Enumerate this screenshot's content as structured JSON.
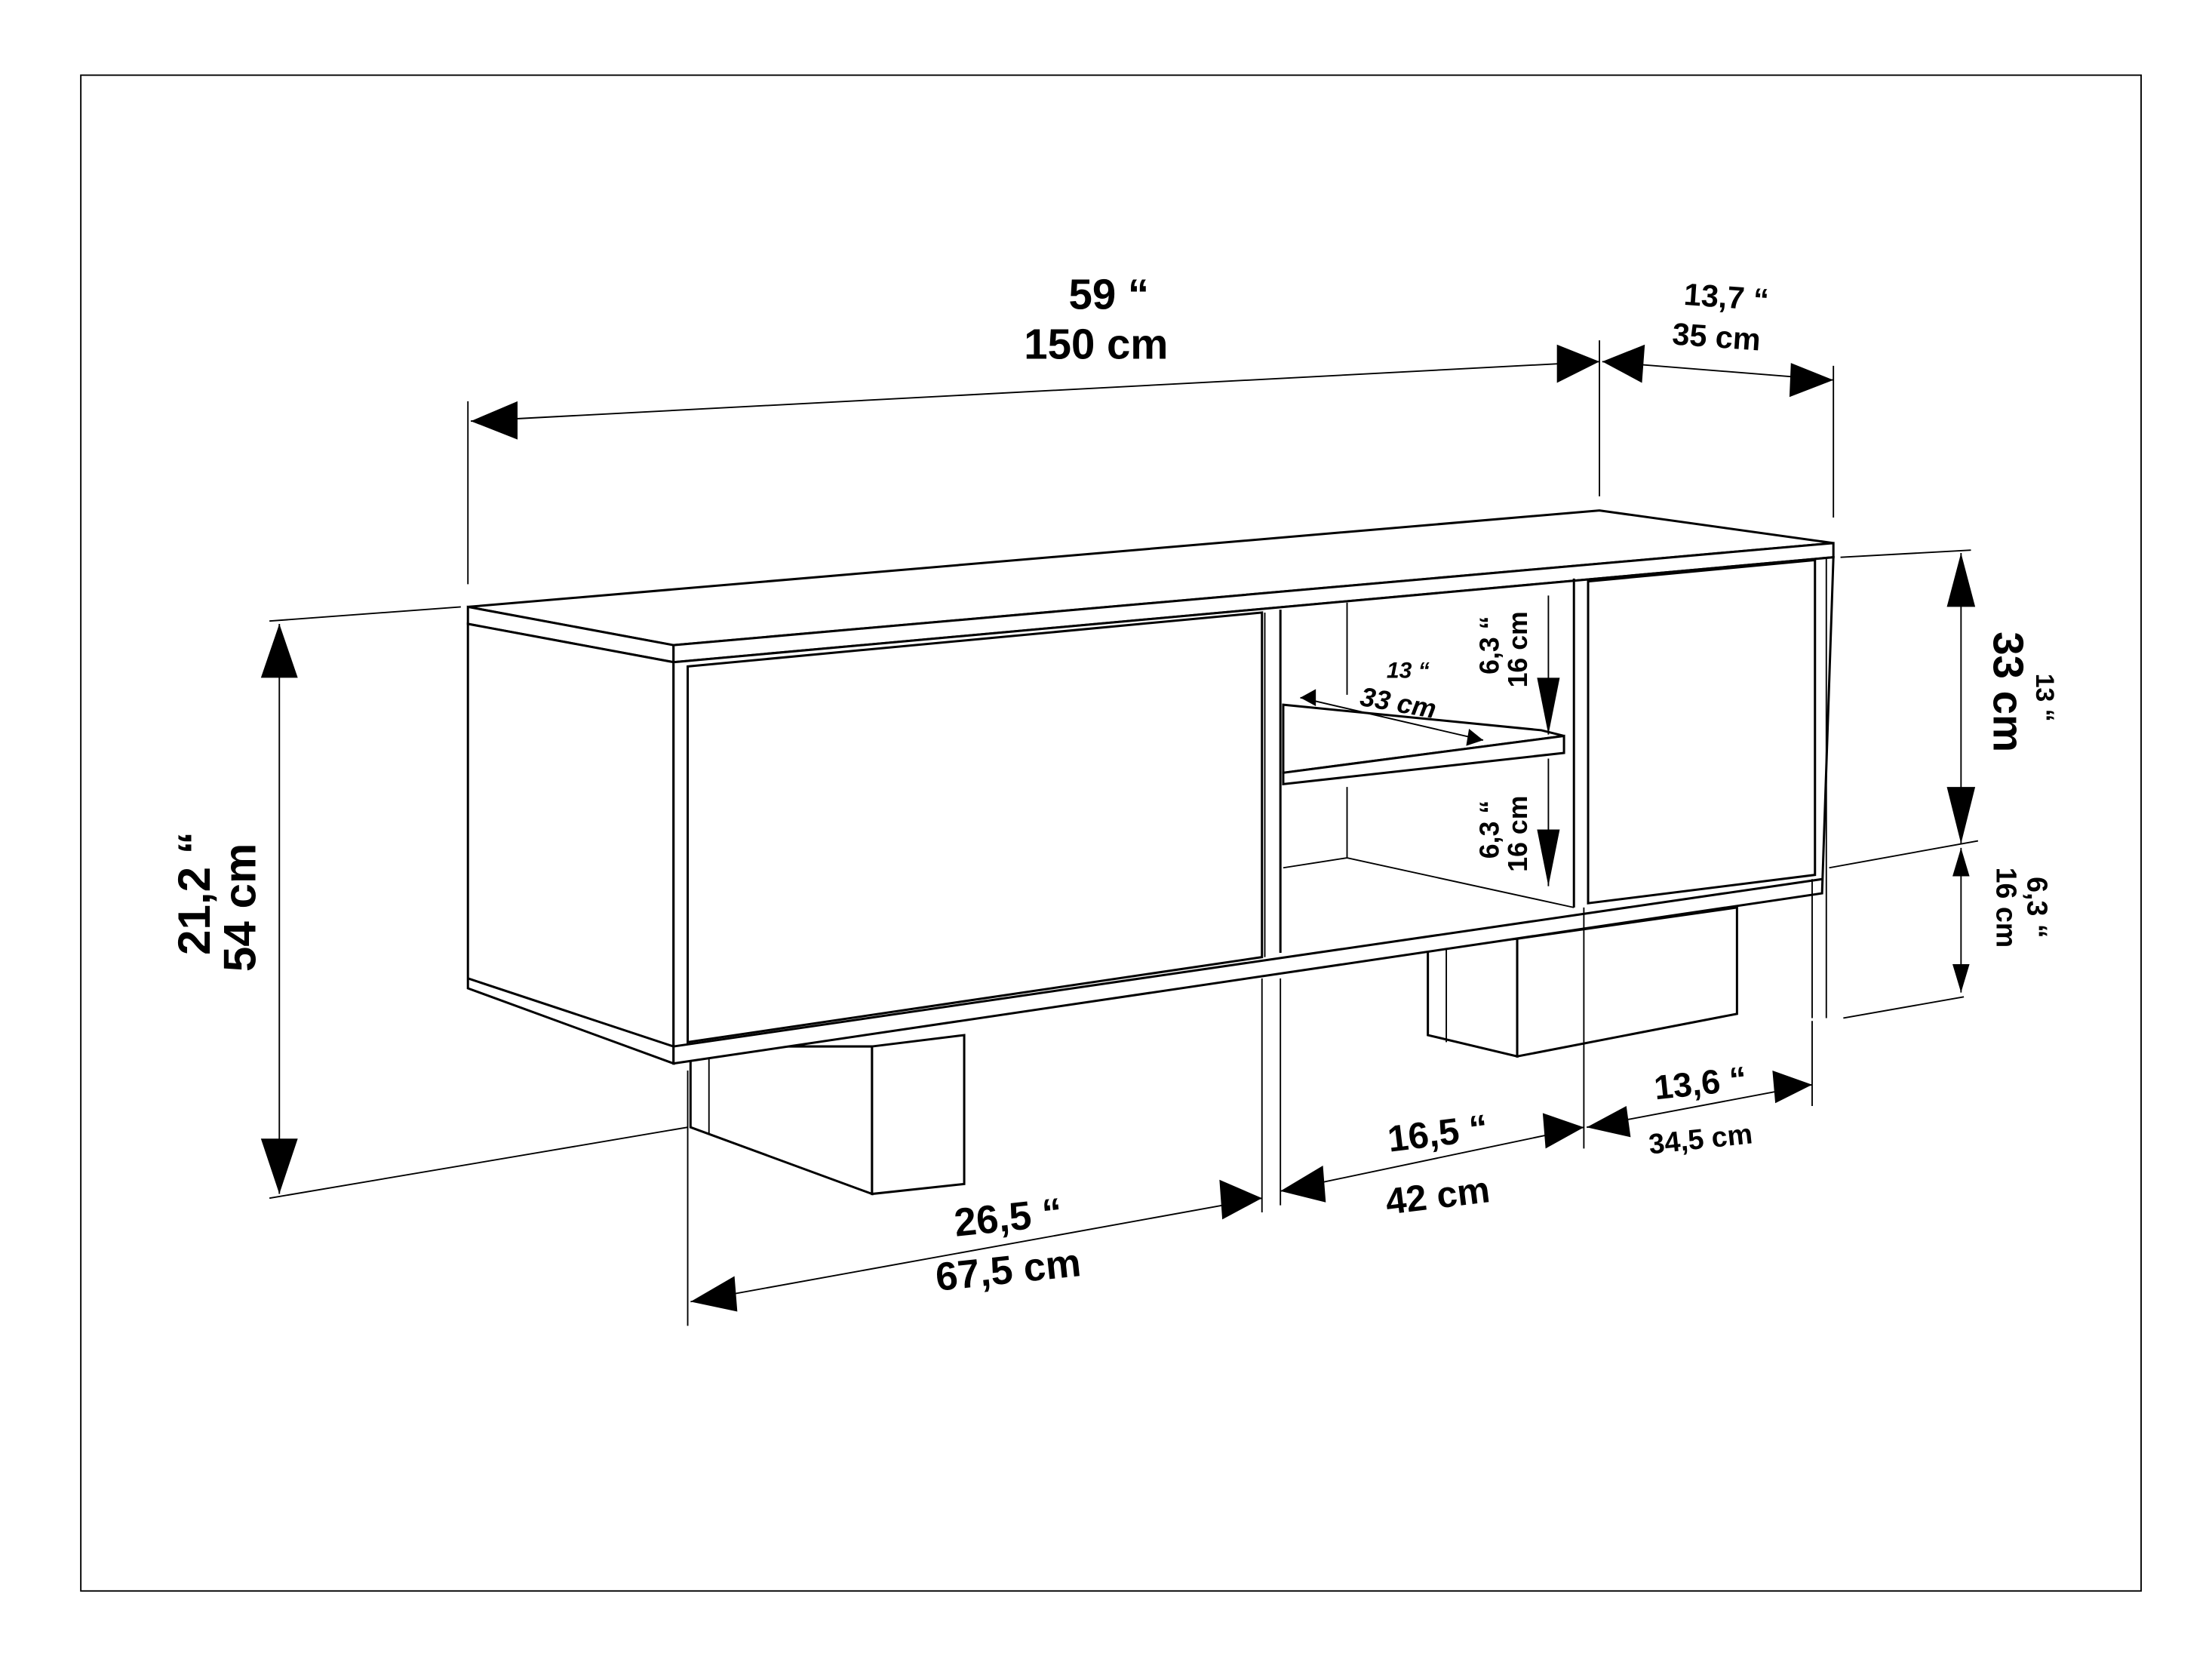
{
  "title": "TV stand dimensions",
  "colors": {
    "line": "#000000",
    "background": "#ffffff"
  },
  "dimensions": {
    "width": {
      "inch": "59 “",
      "cm": "150 cm"
    },
    "depth": {
      "inch": "13,7 “",
      "cm": "35 cm"
    },
    "height": {
      "inch": "21,2 “",
      "cm": "54 cm"
    },
    "cabinet_height": {
      "inch": "13 “",
      "cm": "33 cm"
    },
    "leg_height": {
      "inch": "6,3 “",
      "cm": "16 cm"
    },
    "left_door_width": {
      "inch": "26,5 “",
      "cm": "67,5 cm"
    },
    "middle_width": {
      "inch": "16,5 “",
      "cm": "42 cm"
    },
    "right_door_width": {
      "inch": "13,6 “",
      "cm": "34,5 cm"
    },
    "shelf_depth": {
      "inch": "13 “",
      "cm": "33 cm"
    },
    "upper_compartment": {
      "inch": "6,3 “",
      "cm": "16 cm"
    },
    "lower_compartment": {
      "inch": "6,3 “",
      "cm": "16 cm"
    }
  }
}
